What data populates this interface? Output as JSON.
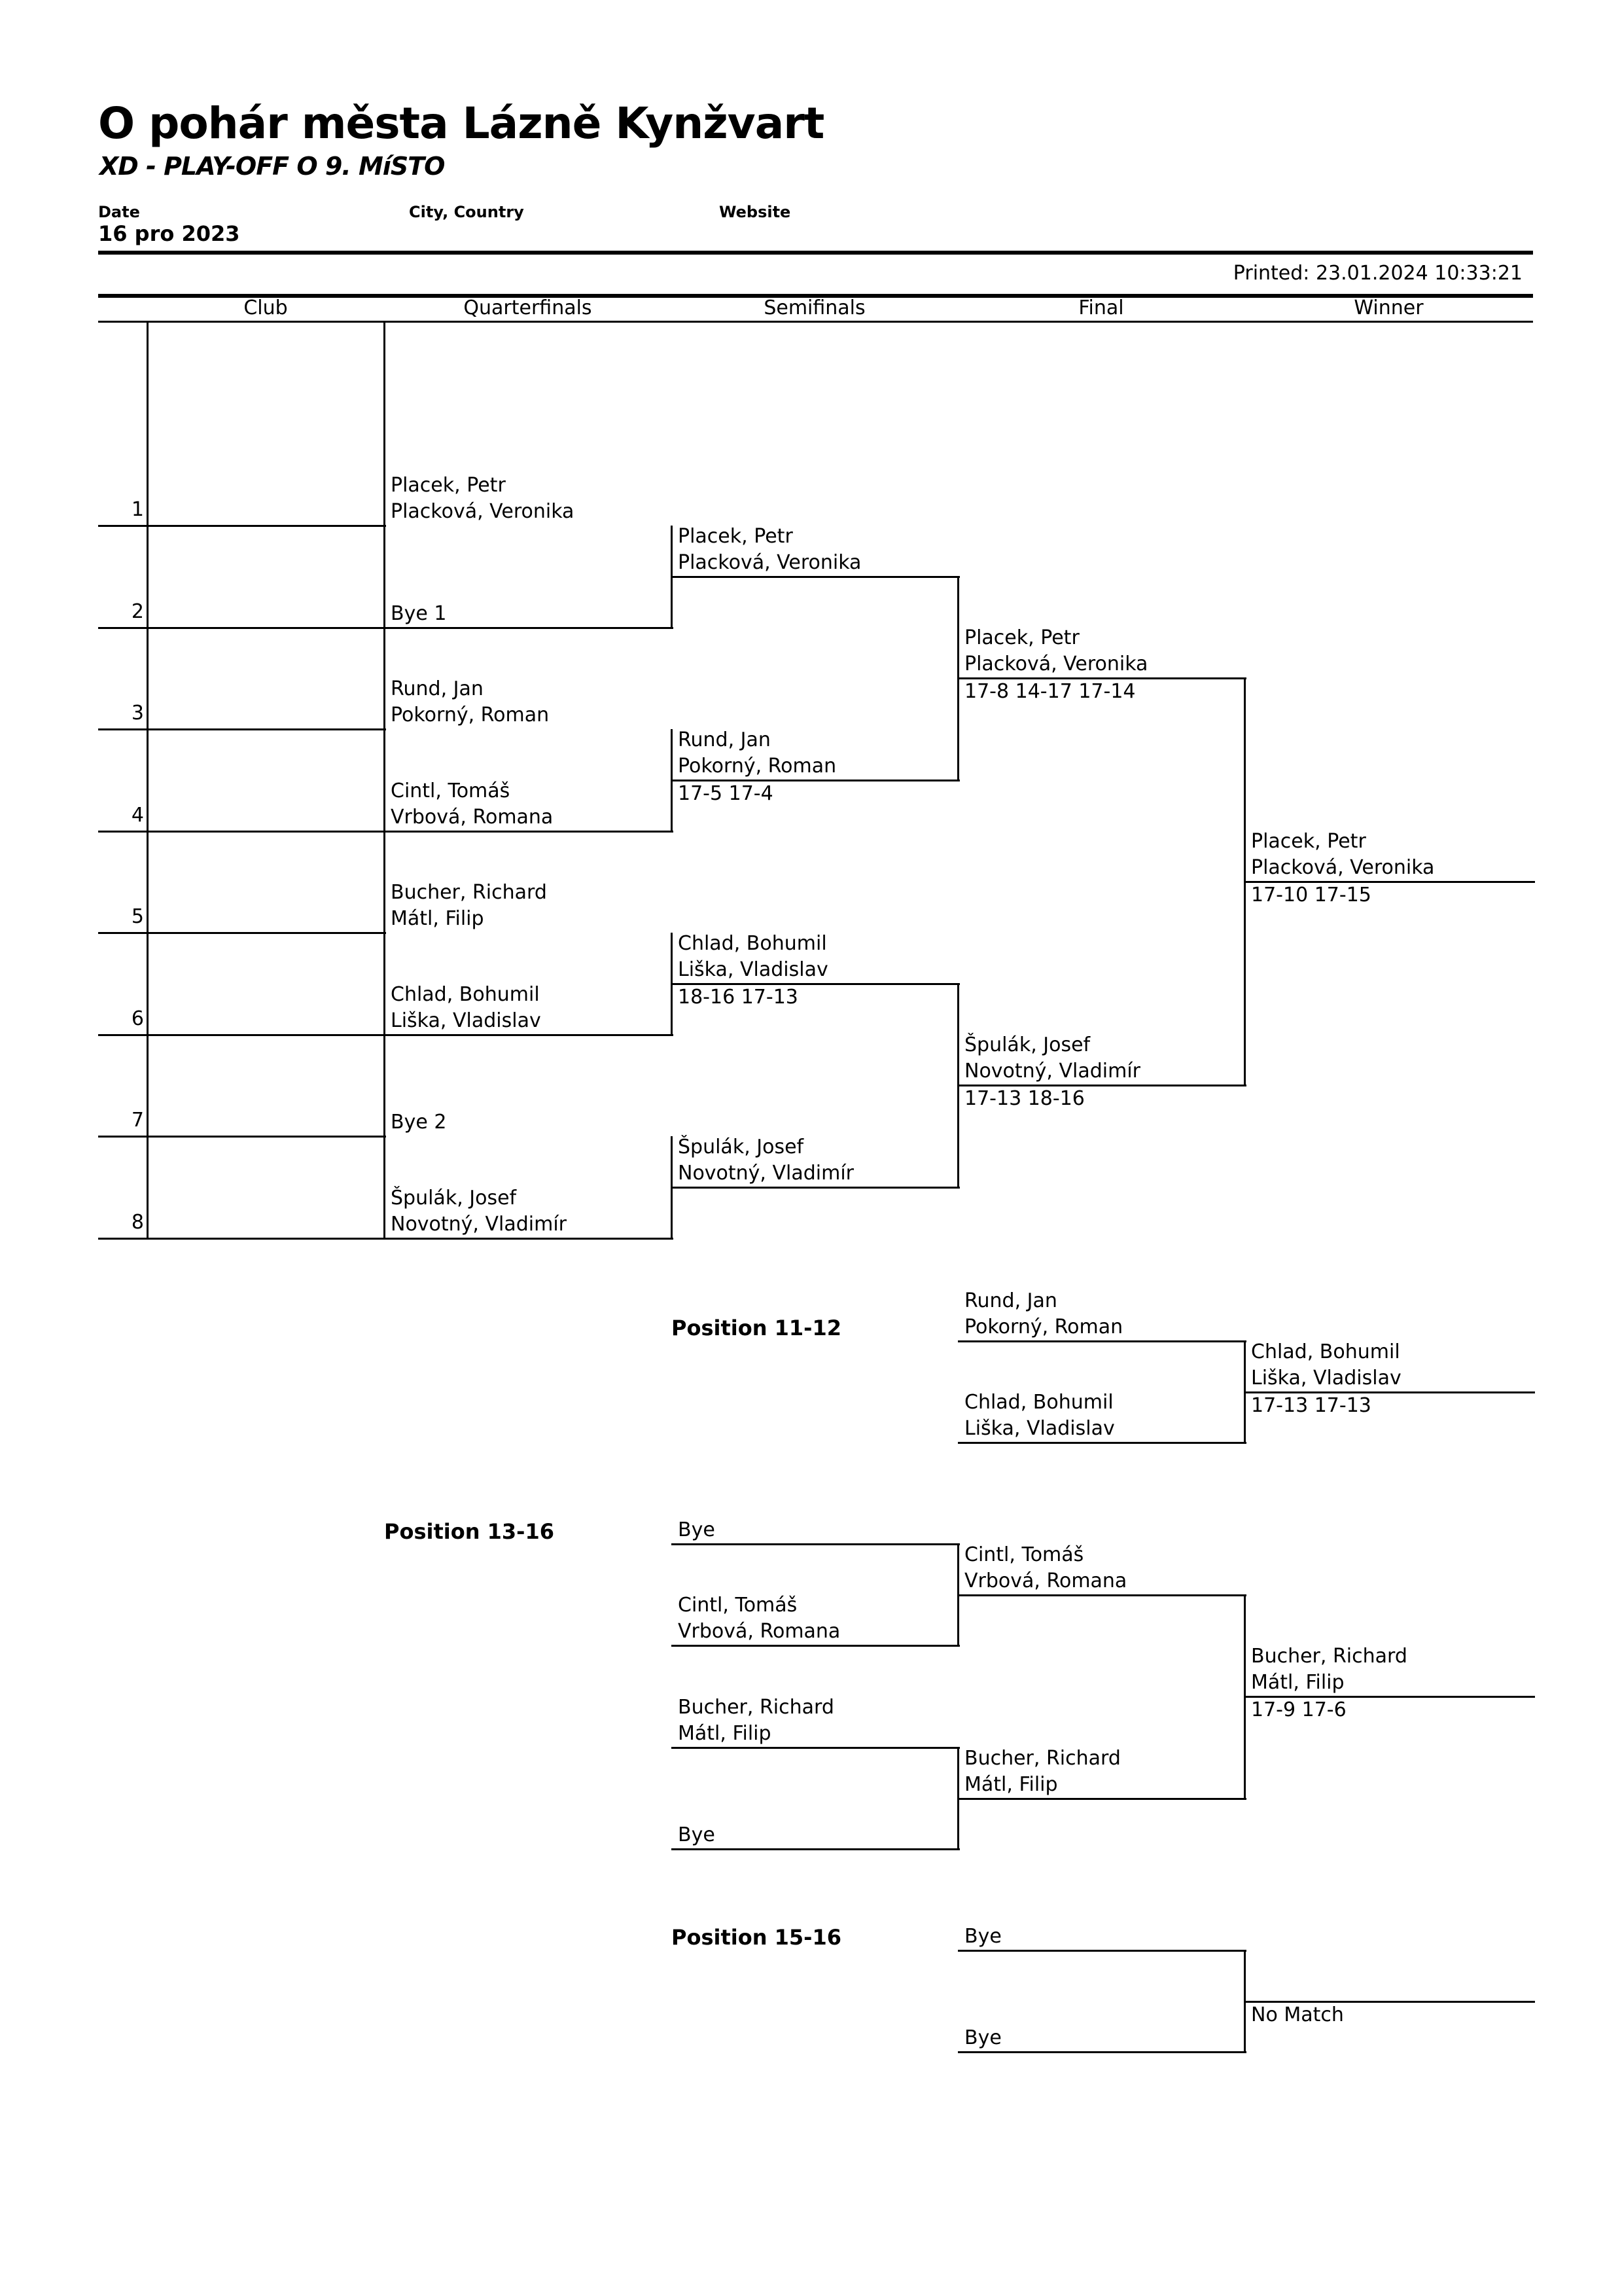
{
  "header": {
    "title": "O pohár města Lázně Kynžvart",
    "subtitle": "XD - PLAY-OFF O 9. MíSTO",
    "date_label": "Date",
    "date_value": "16 pro 2023",
    "city_label": "City, Country",
    "website_label": "Website",
    "printed": "Printed: 23.01.2024 10:33:21"
  },
  "columns": [
    "Club",
    "Quarterfinals",
    "Semifinals",
    "Final",
    "Winner"
  ],
  "draw": {
    "seeds": [
      "1",
      "2",
      "3",
      "4",
      "5",
      "6",
      "7",
      "8"
    ],
    "quarterfinals": [
      {
        "line1": "Placek, Petr",
        "line2": "Placková, Veronika"
      },
      {
        "line1": "",
        "line2": "Bye 1"
      },
      {
        "line1": "Rund, Jan",
        "line2": "Pokorný, Roman"
      },
      {
        "line1": "Cintl, Tomáš",
        "line2": "Vrbová, Romana"
      },
      {
        "line1": "Bucher, Richard",
        "line2": "Mátl, Filip"
      },
      {
        "line1": "Chlad, Bohumil",
        "line2": "Liška, Vladislav"
      },
      {
        "line1": "",
        "line2": "Bye 2"
      },
      {
        "line1": "Špulák, Josef",
        "line2": "Novotný, Vladimír"
      }
    ],
    "semifinals": [
      {
        "line1": "Placek, Petr",
        "line2": "Placková, Veronika",
        "score": ""
      },
      {
        "line1": "Rund, Jan",
        "line2": "Pokorný, Roman",
        "score": "17-5 17-4"
      },
      {
        "line1": "Chlad, Bohumil",
        "line2": "Liška, Vladislav",
        "score": "18-16 17-13"
      },
      {
        "line1": "Špulák, Josef",
        "line2": "Novotný, Vladimír",
        "score": ""
      }
    ],
    "final": [
      {
        "line1": "Placek, Petr",
        "line2": "Placková, Veronika",
        "score": "17-8 14-17 17-14"
      },
      {
        "line1": "Špulák, Josef",
        "line2": "Novotný, Vladimír",
        "score": "17-13 18-16"
      }
    ],
    "winner": {
      "line1": "Placek, Petr",
      "line2": "Placková, Veronika",
      "score": "17-10 17-15"
    }
  },
  "pos_11_12": {
    "label": "Position 11-12",
    "entries": [
      {
        "line1": "Rund, Jan",
        "line2": "Pokorný, Roman"
      },
      {
        "line1": "Chlad, Bohumil",
        "line2": "Liška, Vladislav"
      }
    ],
    "winner": {
      "line1": "Chlad, Bohumil",
      "line2": "Liška, Vladislav",
      "score": "17-13 17-13"
    }
  },
  "pos_13_16": {
    "label": "Position 13-16",
    "round1": [
      {
        "line1": "",
        "line2": "Bye"
      },
      {
        "line1": "Cintl, Tomáš",
        "line2": "Vrbová, Romana"
      },
      {
        "line1": "Bucher, Richard",
        "line2": "Mátl, Filip"
      },
      {
        "line1": "",
        "line2": "Bye"
      }
    ],
    "round2": [
      {
        "line1": "Cintl, Tomáš",
        "line2": "Vrbová, Romana"
      },
      {
        "line1": "Bucher, Richard",
        "line2": "Mátl, Filip"
      }
    ],
    "winner": {
      "line1": "Bucher, Richard",
      "line2": "Mátl, Filip",
      "score": "17-9 17-6"
    }
  },
  "pos_15_16": {
    "label": "Position 15-16",
    "entries": [
      {
        "line1": "",
        "line2": "Bye"
      },
      {
        "line1": "",
        "line2": "Bye"
      }
    ],
    "winner": {
      "line1": "",
      "line2": "",
      "score": "No Match"
    }
  }
}
